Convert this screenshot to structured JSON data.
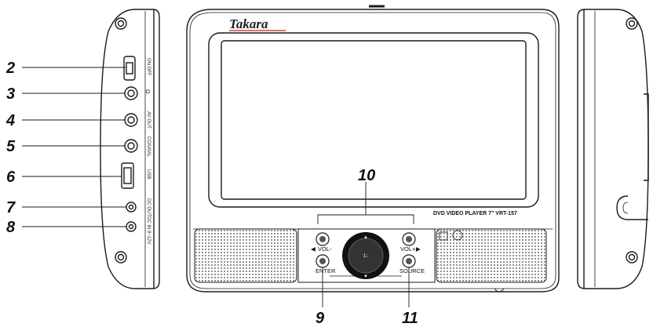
{
  "brand": {
    "logo_text": "Takara"
  },
  "device": {
    "model_label": "DVD VIDEO PLAYER 7\" VRT-157",
    "buttons": {
      "vol_minus": "VOL-",
      "vol_plus": "VOL+",
      "enter": "ENTER",
      "source": "SOURCE"
    },
    "dpad_center": "1↓"
  },
  "side_port_labels": {
    "power": "ON  OFF",
    "headphone": "Ω",
    "av_out": "AV OUT",
    "coaxial": "COAXIAL",
    "usb": "USB",
    "dc_out": "DC OUT",
    "dc_in": "DC IN 9~12V"
  },
  "callouts": {
    "c2": "2",
    "c3": "3",
    "c4": "4",
    "c5": "5",
    "c6": "6",
    "c7": "7",
    "c8": "8",
    "c9": "9",
    "c10": "10",
    "c11": "11"
  },
  "colors": {
    "outline": "#1a1a1a",
    "screen": "#ffffff",
    "grille": "#555555"
  }
}
